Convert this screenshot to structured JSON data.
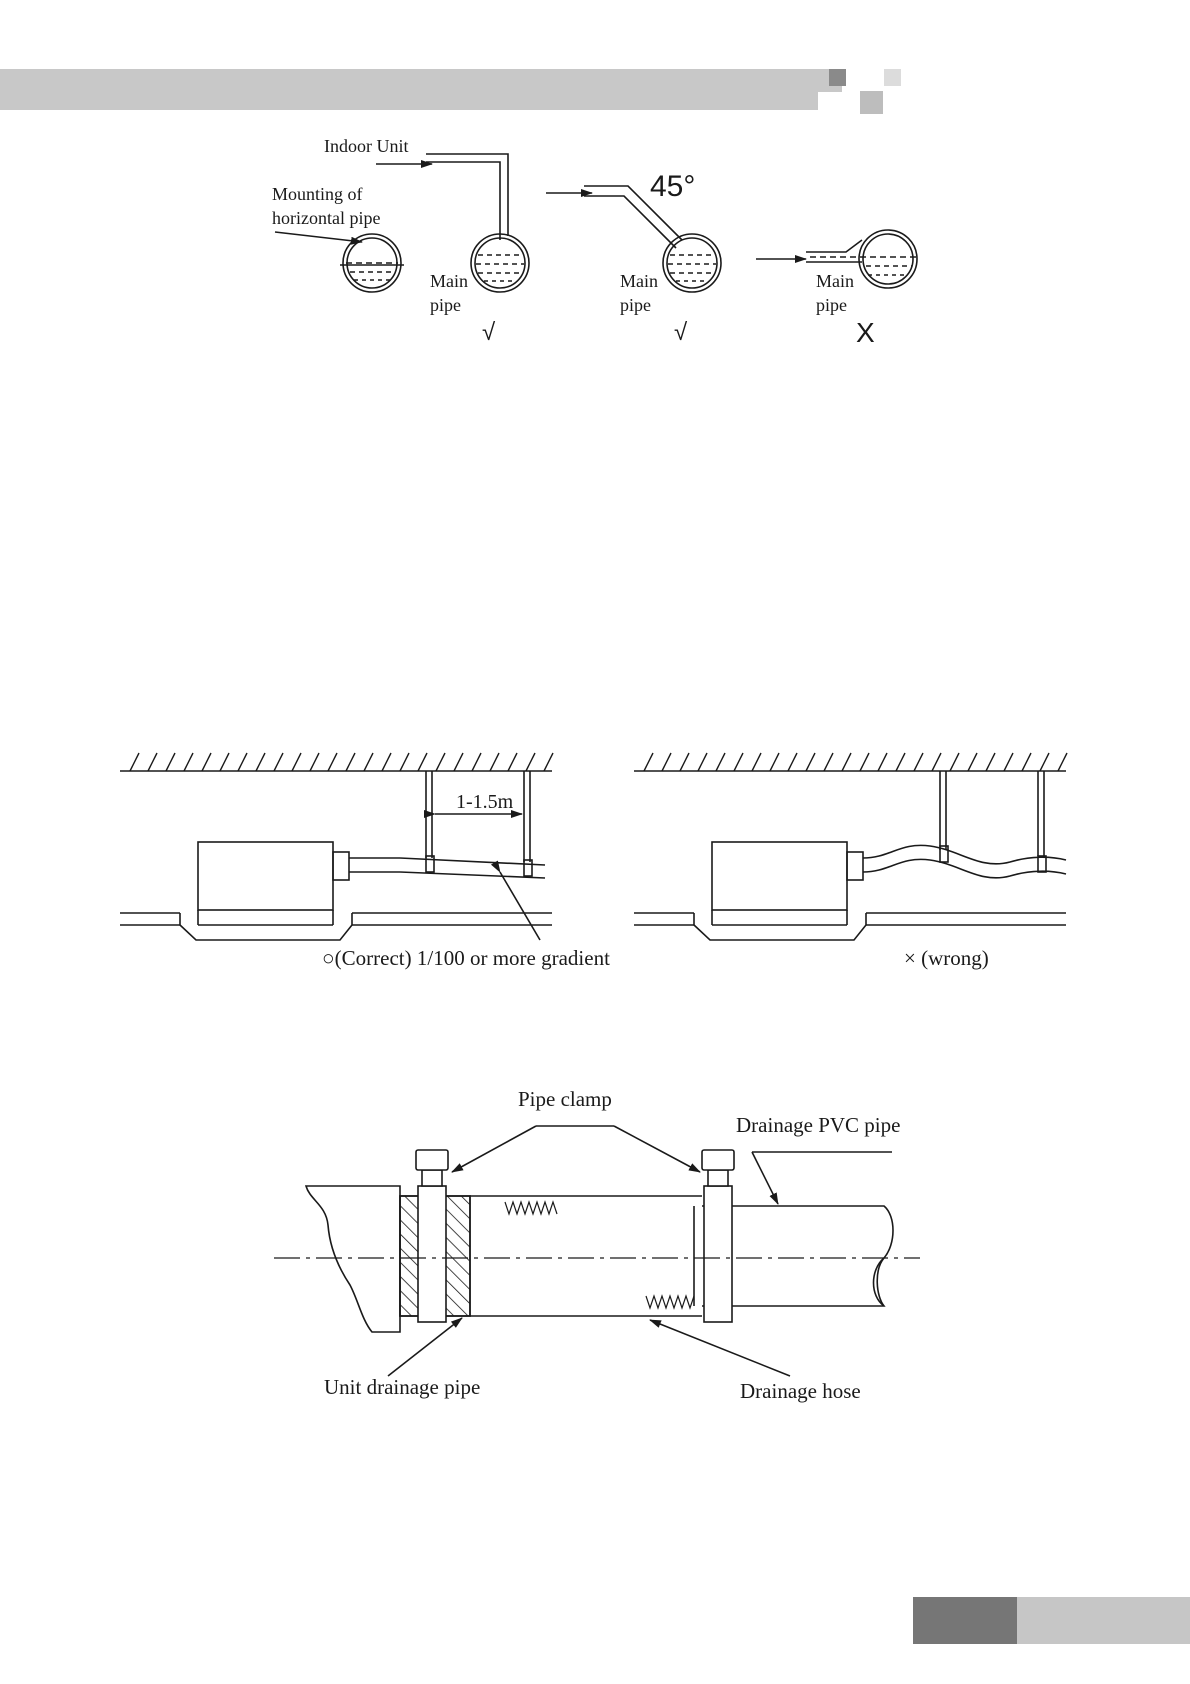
{
  "figure1": {
    "indoor_unit": "Indoor Unit",
    "mounting_line1": "Mounting of",
    "mounting_line2": "horizontal pipe",
    "angle": "45°",
    "main_pipe_1_line1": "Main",
    "main_pipe_1_line2": "pipe",
    "main_pipe_2_line1": "Main",
    "main_pipe_2_line2": "pipe",
    "main_pipe_3_line1": "Main",
    "main_pipe_3_line2": "pipe",
    "mark_correct_1": "√",
    "mark_correct_2": "√",
    "mark_wrong": "X"
  },
  "figure2": {
    "distance": "1-1.5m",
    "correct_caption": "○(Correct) 1/100 or more gradient",
    "wrong_caption": "× (wrong)"
  },
  "figure3": {
    "pipe_clamp": "Pipe clamp",
    "drainage_pvc_pipe": "Drainage PVC pipe",
    "unit_drainage_pipe": "Unit drainage pipe",
    "drainage_hose": "Drainage hose"
  },
  "colors": {
    "header_bar": "#c8c8c8",
    "footer_dark": "#767676",
    "footer_light": "#c6c6c6"
  }
}
